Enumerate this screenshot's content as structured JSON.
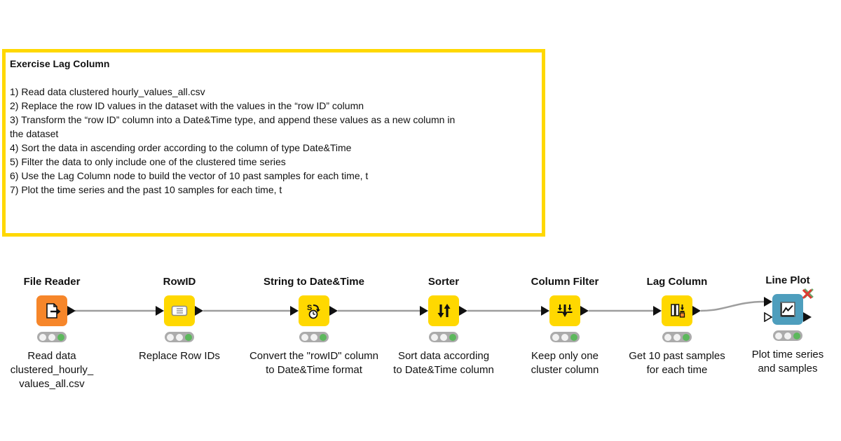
{
  "annotation": {
    "title": "Exercise Lag Column",
    "body": "1) Read data clustered hourly_values_all.csv\n2) Replace the row ID values in the dataset with the values in the “row ID” column\n3) Transform the “row ID” column into a Date&Time type, and append these values as a new column in\nthe dataset\n4) Sort the data in ascending order according to the column of type Date&Time\n5) Filter the data to only include one of the clustered time series\n6) Use the Lag Column node to build the vector of 10 past samples for each time, t\n7) Plot the time series and the past 10 samples for each time, t",
    "border_color": "#FFD800"
  },
  "workflow": {
    "nodes": [
      {
        "title": "File Reader",
        "description": "Read data\nclustered_hourly_\nvalues_all.csv",
        "color": "#F6862A",
        "icon": "file-reader-icon",
        "status": "executed"
      },
      {
        "title": "RowID",
        "description": "Replace Row IDs",
        "color": "#FFD800",
        "icon": "rowid-icon",
        "status": "executed"
      },
      {
        "title": "String to Date&Time",
        "description": "Convert the \"rowID\" column\nto Date&Time format",
        "color": "#FFD800",
        "icon": "string-to-datetime-icon",
        "status": "executed"
      },
      {
        "title": "Sorter",
        "description": "Sort data according\nto Date&Time column",
        "color": "#FFD800",
        "icon": "sorter-icon",
        "status": "executed"
      },
      {
        "title": "Column Filter",
        "description": "Keep only one\ncluster column",
        "color": "#FFD800",
        "icon": "column-filter-icon",
        "status": "executed"
      },
      {
        "title": "Lag Column",
        "description": "Get 10 past samples\nfor each time",
        "color": "#FFD800",
        "icon": "lag-column-icon",
        "status": "executed"
      },
      {
        "title": "Line Plot",
        "description": "Plot time series\nand samples",
        "color": "#4E9EBD",
        "icon": "line-plot-icon",
        "status": "executed",
        "badge": "red-x"
      }
    ],
    "wire_color": "#9E9E9E",
    "status_green": "#5CB85C"
  }
}
